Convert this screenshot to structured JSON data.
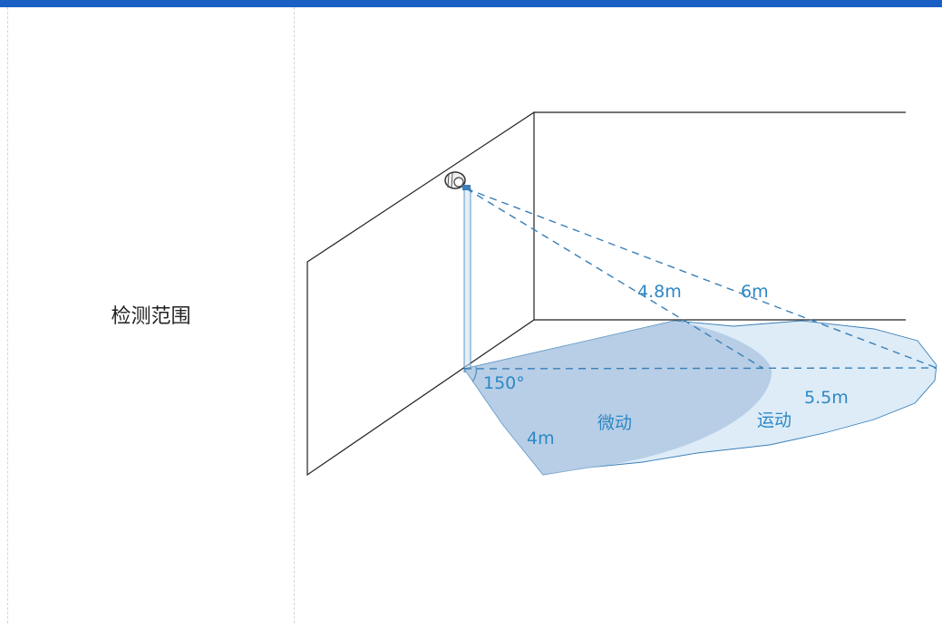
{
  "row": {
    "label": "检测范围"
  },
  "diagram": {
    "labels": {
      "micro_distance": "4.8m",
      "motion_distance": "6m",
      "motion_range": "5.5m",
      "angle": "150°",
      "micro_range": "4m",
      "micro_zone": "微动",
      "motion_zone": "运动"
    },
    "colors": {
      "accent_bar": "#1a5fc4",
      "line": "#222222",
      "beam": "#3a7fb8",
      "label": "#2e88c4",
      "micro_fill": "#a9c4e0",
      "motion_fill": "#d7e9f6"
    }
  }
}
